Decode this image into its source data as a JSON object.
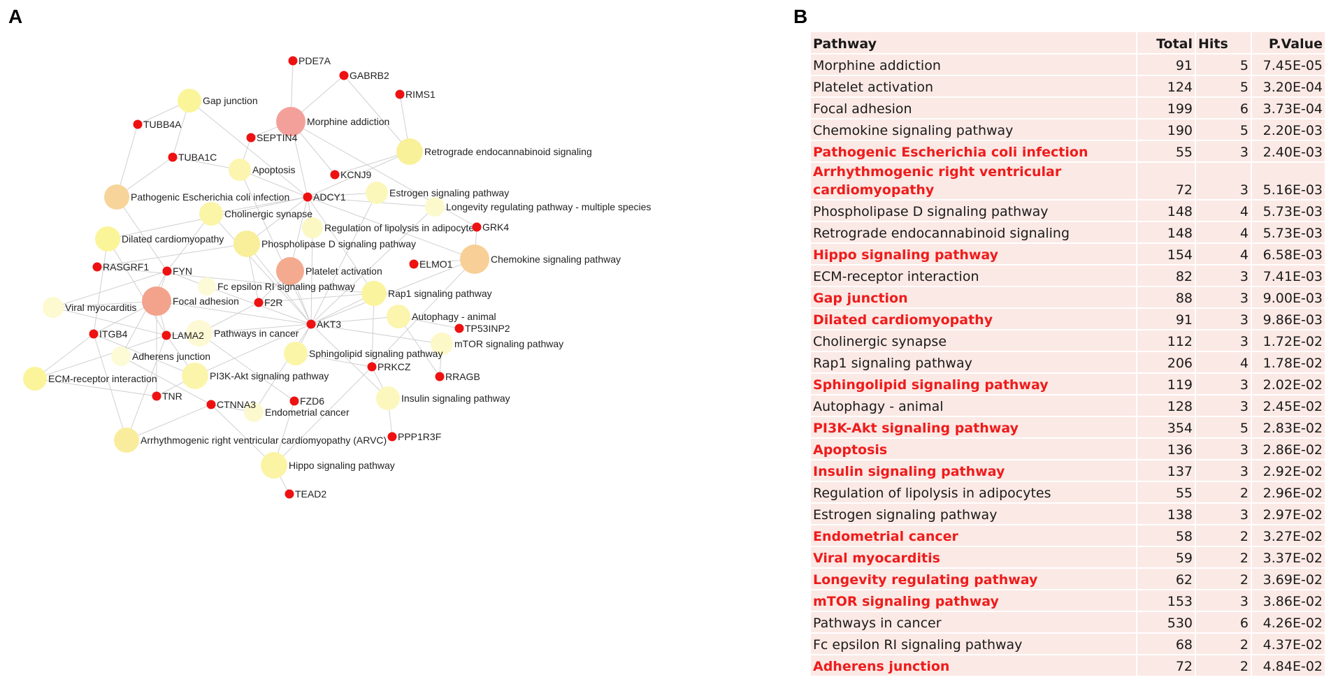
{
  "panels": {
    "a": "A",
    "b": "B"
  },
  "network": {
    "pathways": [
      {
        "name": "Gap junction",
        "color": "#fbf59a"
      },
      {
        "name": "Morphine addiction",
        "color": "#f4a09a"
      },
      {
        "name": "Retrograde endocannabinoid signaling",
        "color": "#f9f09a"
      },
      {
        "name": "Apoptosis",
        "color": "#fbf5b0"
      },
      {
        "name": "Pathogenic Escherichia coli infection",
        "color": "#f7d49a"
      },
      {
        "name": "Estrogen signaling pathway",
        "color": "#fbf7bb"
      },
      {
        "name": "Longevity regulating pathway - multiple species",
        "color": "#fcf9cc"
      },
      {
        "name": "Cholinergic synapse",
        "color": "#fbf5a8"
      },
      {
        "name": "Regulation of lipolysis in adipocytes",
        "color": "#fcf8c4"
      },
      {
        "name": "Dilated cardiomyopathy",
        "color": "#fbf59a"
      },
      {
        "name": "Phospholipase D signaling pathway",
        "color": "#f9ee9a"
      },
      {
        "name": "Chemokine signaling pathway",
        "color": "#f8cf96"
      },
      {
        "name": "Platelet activation",
        "color": "#f4aa8f"
      },
      {
        "name": "Fc epsilon RI signaling pathway",
        "color": "#fdfad8"
      },
      {
        "name": "Rap1 signaling pathway",
        "color": "#fbf49e"
      },
      {
        "name": "Viral myocarditis",
        "color": "#fdf9d0"
      },
      {
        "name": "Focal adhesion",
        "color": "#f3a28c"
      },
      {
        "name": "Autophagy - animal",
        "color": "#fbf5ad"
      },
      {
        "name": "Pathways in cancer",
        "color": "#fdf9d4"
      },
      {
        "name": "mTOR signaling pathway",
        "color": "#fdf8c8"
      },
      {
        "name": "Adherens junction",
        "color": "#fdfad6"
      },
      {
        "name": "Sphingolipid signaling pathway",
        "color": "#fbf5a8"
      },
      {
        "name": "ECM-receptor interaction",
        "color": "#fbf49a"
      },
      {
        "name": "PI3K-Akt signaling pathway",
        "color": "#fbf5ab"
      },
      {
        "name": "Insulin signaling pathway",
        "color": "#fcf7bd"
      },
      {
        "name": "Endometrial cancer",
        "color": "#fdf9cf"
      },
      {
        "name": "Arrhythmogenic right ventricular cardiomyopathy (ARVC)",
        "color": "#f9ec9c"
      },
      {
        "name": "Hippo signaling pathway",
        "color": "#fbf4a4"
      }
    ],
    "genes": [
      "PDE7A",
      "GABRB2",
      "RIMS1",
      "TUBB4A",
      "SEPTIN4",
      "TUBA1C",
      "KCNJ9",
      "ADCY1",
      "GRK4",
      "RASGRF1",
      "FYN",
      "ELMO1",
      "F2R",
      "AKT3",
      "TP53INP2",
      "ITGB4",
      "LAMA2",
      "PRKCZ",
      "RRAGB",
      "TNR",
      "CTNNA3",
      "FZD6",
      "PPP1R3F",
      "TEAD2"
    ],
    "gene_color": "#ee1111",
    "edge_color": "#d0d0d0",
    "edges": [
      [
        "PDE7A",
        "Morphine addiction"
      ],
      [
        "GABRB2",
        "Morphine addiction"
      ],
      [
        "RIMS1",
        "Retrograde endocannabinoid signaling"
      ],
      [
        "GABRB2",
        "Retrograde endocannabinoid signaling"
      ],
      [
        "SEPTIN4",
        "Morphine addiction"
      ],
      [
        "SEPTIN4",
        "Apoptosis"
      ],
      [
        "TUBB4A",
        "Gap junction"
      ],
      [
        "TUBA1C",
        "Gap junction"
      ],
      [
        "TUBB4A",
        "Pathogenic Escherichia coli infection"
      ],
      [
        "TUBA1C",
        "Pathogenic Escherichia coli infection"
      ],
      [
        "TUBA1C",
        "Apoptosis"
      ],
      [
        "KCNJ9",
        "Morphine addiction"
      ],
      [
        "KCNJ9",
        "Retrograde endocannabinoid signaling"
      ],
      [
        "ADCY1",
        "Morphine addiction"
      ],
      [
        "ADCY1",
        "Gap junction"
      ],
      [
        "ADCY1",
        "Retrograde endocannabinoid signaling"
      ],
      [
        "ADCY1",
        "Estrogen signaling pathway"
      ],
      [
        "ADCY1",
        "Cholinergic synapse"
      ],
      [
        "ADCY1",
        "Regulation of lipolysis in adipocytes"
      ],
      [
        "ADCY1",
        "Platelet activation"
      ],
      [
        "ADCY1",
        "Chemokine signaling pathway"
      ],
      [
        "ADCY1",
        "Rap1 signaling pathway"
      ],
      [
        "ADCY1",
        "Apoptosis"
      ],
      [
        "ADCY1",
        "Longevity regulating pathway - multiple species"
      ],
      [
        "ADCY1",
        "Dilated cardiomyopathy"
      ],
      [
        "ADCY1",
        "Phospholipase D signaling pathway"
      ],
      [
        "GRK4",
        "Chemokine signaling pathway"
      ],
      [
        "GRK4",
        "Morphine addiction"
      ],
      [
        "RASGRF1",
        "Phospholipase D signaling pathway"
      ],
      [
        "RASGRF1",
        "Rap1 signaling pathway"
      ],
      [
        "FYN",
        "Focal adhesion"
      ],
      [
        "FYN",
        "Fc epsilon RI signaling pathway"
      ],
      [
        "FYN",
        "Viral myocarditis"
      ],
      [
        "FYN",
        "Pathogenic Escherichia coli infection"
      ],
      [
        "FYN",
        "Adherens junction"
      ],
      [
        "FYN",
        "Cholinergic synapse"
      ],
      [
        "ELMO1",
        "Chemokine signaling pathway"
      ],
      [
        "F2R",
        "Platelet activation"
      ],
      [
        "F2R",
        "Rap1 signaling pathway"
      ],
      [
        "F2R",
        "Pathways in cancer"
      ],
      [
        "F2R",
        "Phospholipase D signaling pathway"
      ],
      [
        "AKT3",
        "Platelet activation"
      ],
      [
        "AKT3",
        "Focal adhesion"
      ],
      [
        "AKT3",
        "Chemokine signaling pathway"
      ],
      [
        "AKT3",
        "Rap1 signaling pathway"
      ],
      [
        "AKT3",
        "Autophagy - animal"
      ],
      [
        "AKT3",
        "mTOR signaling pathway"
      ],
      [
        "AKT3",
        "Sphingolipid signaling pathway"
      ],
      [
        "AKT3",
        "PI3K-Akt signaling pathway"
      ],
      [
        "AKT3",
        "Insulin signaling pathway"
      ],
      [
        "AKT3",
        "Pathways in cancer"
      ],
      [
        "AKT3",
        "Estrogen signaling pathway"
      ],
      [
        "AKT3",
        "Longevity regulating pathway - multiple species"
      ],
      [
        "AKT3",
        "Phospholipase D signaling pathway"
      ],
      [
        "AKT3",
        "Fc epsilon RI signaling pathway"
      ],
      [
        "AKT3",
        "Regulation of lipolysis in adipocytes"
      ],
      [
        "AKT3",
        "Cholinergic synapse"
      ],
      [
        "AKT3",
        "Endometrial cancer"
      ],
      [
        "AKT3",
        "Apoptosis"
      ],
      [
        "TP53INP2",
        "Autophagy - animal"
      ],
      [
        "ITGB4",
        "Focal adhesion"
      ],
      [
        "ITGB4",
        "ECM-receptor interaction"
      ],
      [
        "ITGB4",
        "PI3K-Akt signaling pathway"
      ],
      [
        "ITGB4",
        "Arrhythmogenic right ventricular cardiomyopathy (ARVC)"
      ],
      [
        "ITGB4",
        "Dilated cardiomyopathy"
      ],
      [
        "LAMA2",
        "Focal adhesion"
      ],
      [
        "LAMA2",
        "ECM-receptor interaction"
      ],
      [
        "LAMA2",
        "PI3K-Akt signaling pathway"
      ],
      [
        "LAMA2",
        "Pathways in cancer"
      ],
      [
        "LAMA2",
        "Viral myocarditis"
      ],
      [
        "LAMA2",
        "Dilated cardiomyopathy"
      ],
      [
        "LAMA2",
        "Arrhythmogenic right ventricular cardiomyopathy (ARVC)"
      ],
      [
        "PRKCZ",
        "Sphingolipid signaling pathway"
      ],
      [
        "PRKCZ",
        "Insulin signaling pathway"
      ],
      [
        "PRKCZ",
        "Hippo signaling pathway"
      ],
      [
        "PRKCZ",
        "Chemokine signaling pathway"
      ],
      [
        "PRKCZ",
        "Rap1 signaling pathway"
      ],
      [
        "RRAGB",
        "mTOR signaling pathway"
      ],
      [
        "RRAGB",
        "Autophagy - animal"
      ],
      [
        "TNR",
        "ECM-receptor interaction"
      ],
      [
        "TNR",
        "PI3K-Akt signaling pathway"
      ],
      [
        "TNR",
        "Focal adhesion"
      ],
      [
        "CTNNA3",
        "Adherens junction"
      ],
      [
        "CTNNA3",
        "Arrhythmogenic right ventricular cardiomyopathy (ARVC)"
      ],
      [
        "CTNNA3",
        "Hippo signaling pathway"
      ],
      [
        "CTNNA3",
        "Endometrial cancer"
      ],
      [
        "FZD6",
        "Pathways in cancer"
      ],
      [
        "FZD6",
        "Hippo signaling pathway"
      ],
      [
        "PPP1R3F",
        "Insulin signaling pathway"
      ],
      [
        "TEAD2",
        "Hippo signaling pathway"
      ],
      [
        "Viral myocarditis",
        "Focal adhesion"
      ]
    ]
  },
  "table": {
    "headers": [
      "Pathway",
      "Total",
      "Hits",
      "P.Value"
    ],
    "rows": [
      {
        "pathway": "Morphine addiction",
        "total": "91",
        "hits": "5",
        "pvalue": "7.45E-05",
        "highlight": false
      },
      {
        "pathway": "Platelet activation",
        "total": "124",
        "hits": "5",
        "pvalue": "3.20E-04",
        "highlight": false
      },
      {
        "pathway": "Focal adhesion",
        "total": "199",
        "hits": "6",
        "pvalue": "3.73E-04",
        "highlight": false
      },
      {
        "pathway": "Chemokine signaling pathway",
        "total": "190",
        "hits": "5",
        "pvalue": "2.20E-03",
        "highlight": false
      },
      {
        "pathway": "Pathogenic Escherichia coli infection",
        "total": "55",
        "hits": "3",
        "pvalue": "2.40E-03",
        "highlight": true
      },
      {
        "pathway": "Arrhythmogenic right ventricular cardiomyopathy",
        "total": "72",
        "hits": "3",
        "pvalue": "5.16E-03",
        "highlight": true
      },
      {
        "pathway": "Phospholipase D signaling pathway",
        "total": "148",
        "hits": "4",
        "pvalue": "5.73E-03",
        "highlight": false
      },
      {
        "pathway": "Retrograde endocannabinoid signaling",
        "total": "148",
        "hits": "4",
        "pvalue": "5.73E-03",
        "highlight": false
      },
      {
        "pathway": "Hippo signaling pathway",
        "total": "154",
        "hits": "4",
        "pvalue": "6.58E-03",
        "highlight": true
      },
      {
        "pathway": "ECM-receptor interaction",
        "total": "82",
        "hits": "3",
        "pvalue": "7.41E-03",
        "highlight": false
      },
      {
        "pathway": "Gap junction",
        "total": "88",
        "hits": "3",
        "pvalue": "9.00E-03",
        "highlight": true
      },
      {
        "pathway": "Dilated cardiomyopathy",
        "total": "91",
        "hits": "3",
        "pvalue": "9.86E-03",
        "highlight": true
      },
      {
        "pathway": "Cholinergic synapse",
        "total": "112",
        "hits": "3",
        "pvalue": "1.72E-02",
        "highlight": false
      },
      {
        "pathway": "Rap1 signaling pathway",
        "total": "206",
        "hits": "4",
        "pvalue": "1.78E-02",
        "highlight": false
      },
      {
        "pathway": "Sphingolipid signaling pathway",
        "total": "119",
        "hits": "3",
        "pvalue": "2.02E-02",
        "highlight": true
      },
      {
        "pathway": "Autophagy - animal",
        "total": "128",
        "hits": "3",
        "pvalue": "2.45E-02",
        "highlight": false
      },
      {
        "pathway": "PI3K-Akt signaling pathway",
        "total": "354",
        "hits": "5",
        "pvalue": "2.83E-02",
        "highlight": true
      },
      {
        "pathway": "Apoptosis",
        "total": "136",
        "hits": "3",
        "pvalue": "2.86E-02",
        "highlight": true
      },
      {
        "pathway": "Insulin signaling pathway",
        "total": "137",
        "hits": "3",
        "pvalue": "2.92E-02",
        "highlight": true
      },
      {
        "pathway": "Regulation of lipolysis in adipocytes",
        "total": "55",
        "hits": "2",
        "pvalue": "2.96E-02",
        "highlight": false
      },
      {
        "pathway": "Estrogen signaling pathway",
        "total": "138",
        "hits": "3",
        "pvalue": "2.97E-02",
        "highlight": false
      },
      {
        "pathway": "Endometrial cancer",
        "total": "58",
        "hits": "2",
        "pvalue": "3.27E-02",
        "highlight": true
      },
      {
        "pathway": "Viral myocarditis",
        "total": "59",
        "hits": "2",
        "pvalue": "3.37E-02",
        "highlight": true
      },
      {
        "pathway": "Longevity regulating pathway",
        "total": "62",
        "hits": "2",
        "pvalue": "3.69E-02",
        "highlight": true
      },
      {
        "pathway": "mTOR signaling pathway",
        "total": "153",
        "hits": "3",
        "pvalue": "3.86E-02",
        "highlight": true
      },
      {
        "pathway": "Pathways in cancer",
        "total": "530",
        "hits": "6",
        "pvalue": "4.26E-02",
        "highlight": false
      },
      {
        "pathway": "Fc epsilon RI signaling pathway",
        "total": "68",
        "hits": "2",
        "pvalue": "4.37E-02",
        "highlight": false
      },
      {
        "pathway": "Adherens junction",
        "total": "72",
        "hits": "2",
        "pvalue": "4.84E-02",
        "highlight": true
      }
    ]
  }
}
